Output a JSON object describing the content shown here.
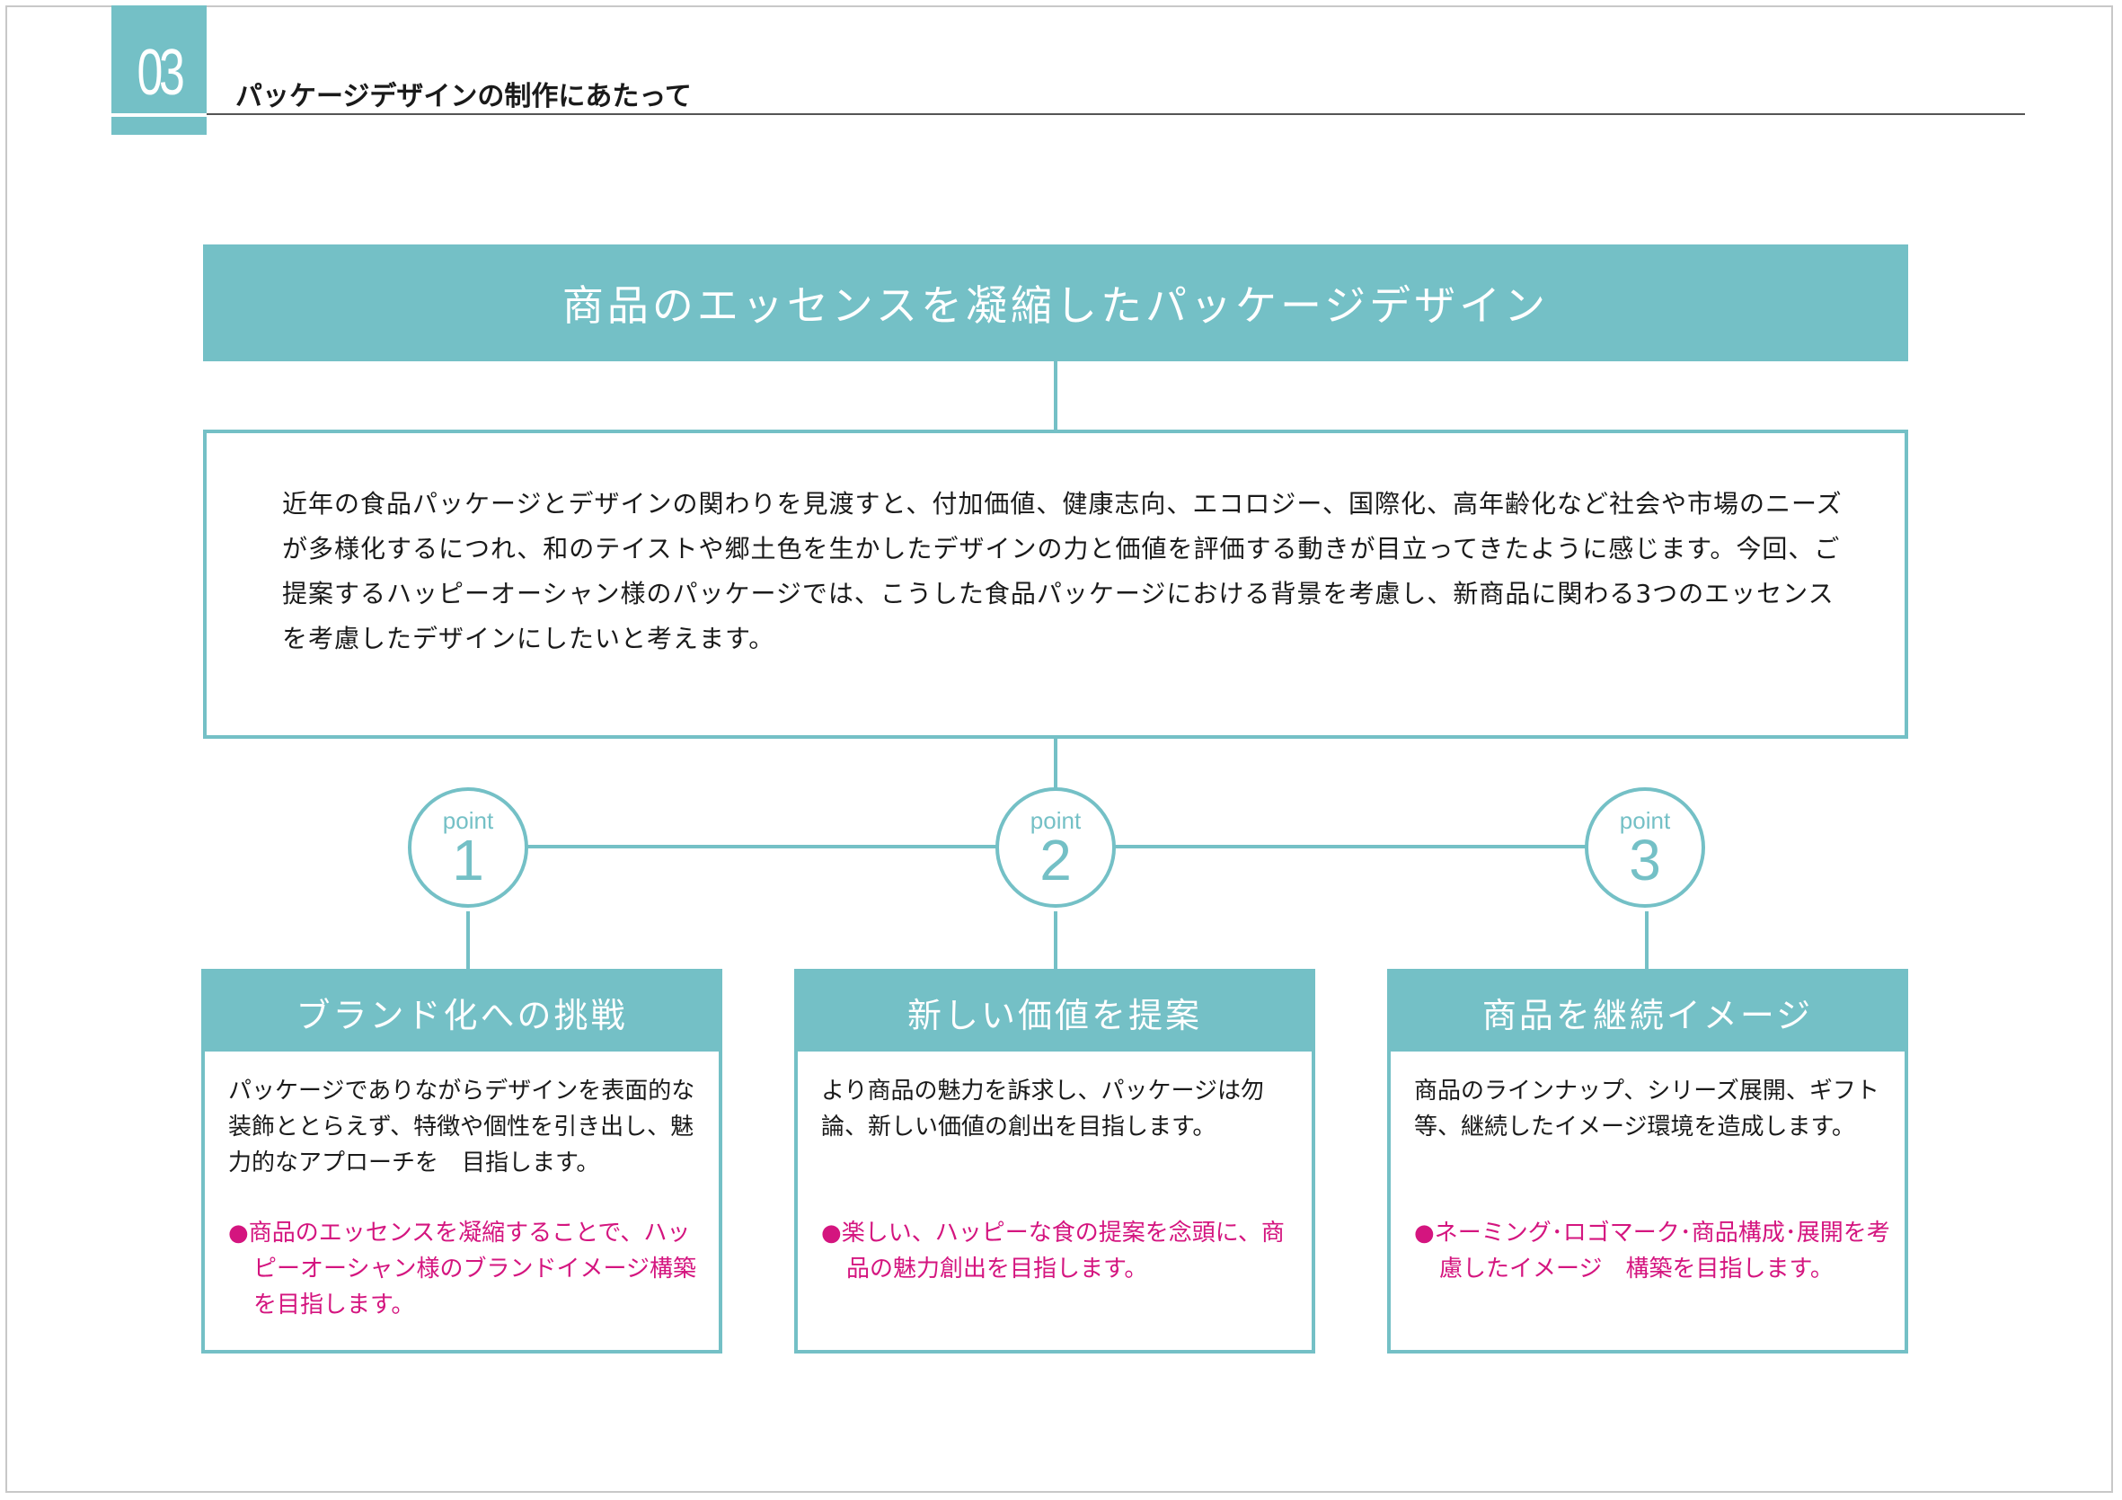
{
  "section": {
    "number": "03",
    "title": "パッケージデザインの制作にあたって"
  },
  "headline": "商品のエッセンスを凝縮したパッケージデザイン",
  "intro": "近年の食品パッケージとデザインの関わりを見渡すと、付加価値、健康志向、エコロジー、国際化、高年齢化など社会や市場のニーズが多様化するにつれ、和のテイストや郷土色を生かしたデザインの力と価値を評価する動きが目立ってきたように感じます。今回、ご提案するハッピーオーシャン様のパッケージでは、こうした食品パッケージにおける背景を考慮し、新商品に関わる3つのエッセンスを考慮したデザインにしたいと考えます。",
  "points": [
    {
      "label": "point",
      "number": "1"
    },
    {
      "label": "point",
      "number": "2"
    },
    {
      "label": "point",
      "number": "3"
    }
  ],
  "cards": [
    {
      "title": "ブランド化への挑戦",
      "body": "パッケージでありながらデザインを表面的な装飾ととらえず、特徴や個性を引き出し、魅力的なアプローチを　目指します。",
      "note": "商品のエッセンスを凝縮することで、ハッピーオーシャン様のブランドイメージ構築を目指します。"
    },
    {
      "title": "新しい価値を提案",
      "body": "より商品の魅力を訴求し、パッケージは勿論、新しい価値の創出を目指します。",
      "note": "楽しい、ハッピーな食の提案を念頭に、商品の魅力創出を目指します。"
    },
    {
      "title": "商品を継続イメージ",
      "body": "商品のラインナップ、シリーズ展開、ギフト等、継続したイメージ環境を造成します。",
      "note": "ネーミング･ロゴマーク･商品構成･展開を考慮したイメージ　構築を目指します。"
    }
  ],
  "colors": {
    "accent": "#74c0c6",
    "note": "#d4157f",
    "text": "#1a1a1a"
  },
  "icons": {
    "bullet": "filled-circle-icon"
  }
}
